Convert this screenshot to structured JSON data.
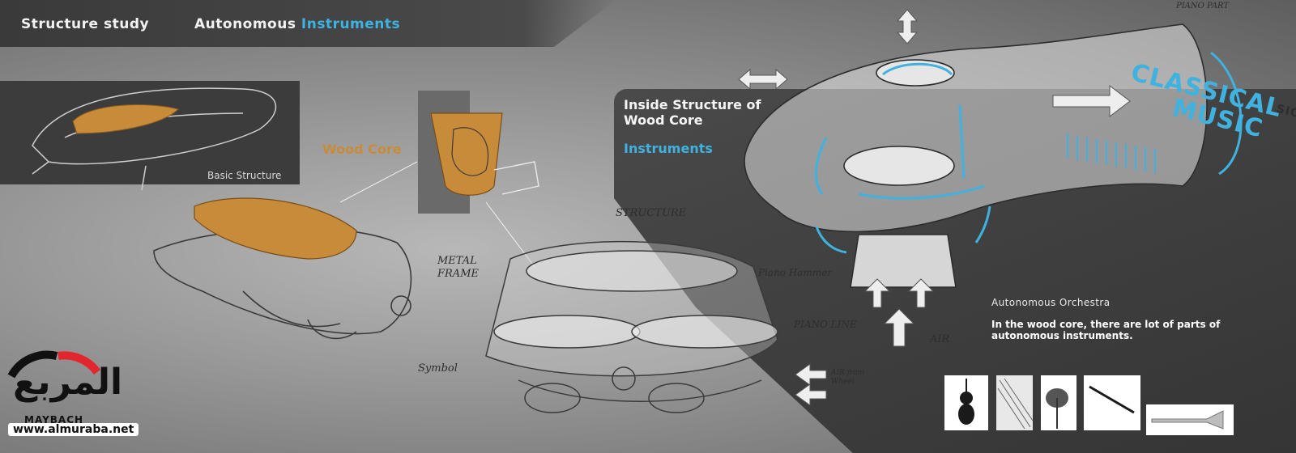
{
  "header": {
    "title_left": "Structure study",
    "title_right_prefix": "Autonomous",
    "title_right_accent": "Instruments"
  },
  "labels": {
    "basic_structure": "Basic Structure",
    "wood_core": "Wood Core",
    "inside_structure": "Inside Structure of Wood Core",
    "instruments": "Instruments",
    "orchestra_title": "Autonomous Orchestra",
    "orchestra_desc": "In the wood core, there are lot of parts of autonomous instruments.",
    "classical": "CLASSICAL",
    "music": "MUSIC",
    "sic": "SIC"
  },
  "handwritten": {
    "metal_frame": "METAL FRAME",
    "structure": "STRUCTURE",
    "piano_hammer": "Piano Hammer",
    "piano_line": "PIANO LINE",
    "air": "AIR",
    "symbol": "Symbol",
    "air_from_wheel": "AIR from Wheel",
    "piano_part": "PIANO PART"
  },
  "instrument_thumbs": [
    "violin",
    "piano-strings",
    "cymbal",
    "clarinet",
    "trumpet"
  ],
  "logo": {
    "arabic": "المربع",
    "sub": "MAYBACH",
    "url": "www.almuraba.net"
  },
  "colors": {
    "accent_blue": "#3fb2df",
    "wood": "#c88b3a",
    "dark_panel": "#3f3f3f",
    "logo_red": "#e3262d"
  }
}
